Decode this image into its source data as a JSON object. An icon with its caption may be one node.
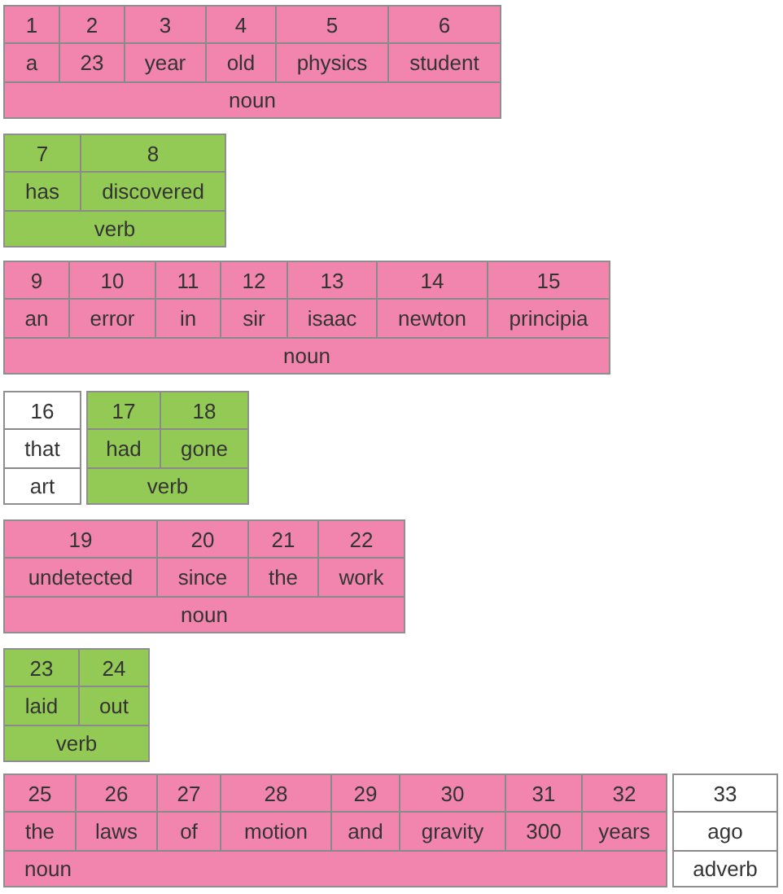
{
  "diagram": {
    "nodes": [
      {
        "text": [],
        "shape": "box"
      },
      {
        "text": [
          "1",
          "a"
        ],
        "in": 0
      },
      {
        "text": [
          "2",
          "23"
        ],
        "in": 0
      },
      {
        "text": [
          "3",
          "year"
        ],
        "in": 0
      },
      {
        "text": [
          "4",
          "old"
        ],
        "in": 0
      },
      {
        "text": [
          "5",
          "physics"
        ],
        "in": 0
      },
      {
        "text": [
          "6",
          "student"
        ],
        "in": 0
      },
      {
        "text": [
          "noun"
        ],
        "in": 0
      },
      {
        "text": [],
        "shape": "box"
      },
      {
        "text": [
          "7",
          "has"
        ],
        "in": 8
      },
      {
        "text": [
          "8",
          "discovered"
        ],
        "in": 8
      },
      {
        "text": [
          "verb"
        ],
        "in": 8
      },
      {
        "text": [],
        "shape": "box"
      },
      {
        "text": [
          "9",
          "an"
        ],
        "in": 12
      },
      {
        "text": [
          "10",
          "error"
        ],
        "in": 12
      },
      {
        "text": [
          "11",
          "in"
        ],
        "in": 12
      },
      {
        "text": [
          "12",
          "sir"
        ],
        "in": 12
      },
      {
        "text": [
          "13",
          "isaac"
        ],
        "in": 12
      },
      {
        "text": [
          "14",
          "newton"
        ],
        "in": 12
      },
      {
        "text": [
          "15",
          "principia"
        ],
        "in": 12
      },
      {
        "text": [
          "noun"
        ],
        "in": 12
      },
      {
        "text": [],
        "shape": "box"
      },
      {
        "text": [
          "16",
          "that"
        ],
        "in": 21
      },
      {
        "text": [
          "art"
        ],
        "in": 21
      },
      {
        "text": [],
        "shape": "box"
      },
      {
        "text": [
          "17",
          "had"
        ],
        "in": 24
      },
      {
        "text": [
          "18",
          "gone"
        ],
        "in": 24
      },
      {
        "text": [
          "verb"
        ],
        "in": 24
      },
      {
        "text": [],
        "shape": "box"
      },
      {
        "text": [
          "19",
          "undetected"
        ],
        "in": 28
      },
      {
        "text": [
          "20",
          "since"
        ],
        "in": 28
      },
      {
        "text": [
          "21",
          "the"
        ],
        "in": 28
      },
      {
        "text": [
          "22",
          "work"
        ],
        "in": 28
      },
      {
        "text": [
          "noun"
        ],
        "in": 28
      },
      {
        "text": [],
        "shape": "box"
      },
      {
        "text": [
          "23",
          "laid"
        ],
        "in": 34
      },
      {
        "text": [
          "24",
          "out"
        ],
        "in": 34
      },
      {
        "text": [
          "verb"
        ],
        "in": 34
      },
      {
        "text": [],
        "shape": "box"
      },
      {
        "text": [
          "25",
          "the"
        ],
        "in": 38
      },
      {
        "text": [
          "26",
          "laws"
        ],
        "in": 38
      },
      {
        "text": [
          "27",
          "of"
        ],
        "in": 38
      },
      {
        "text": [
          "28",
          "motion"
        ],
        "in": 38
      },
      {
        "text": [
          "29",
          "and"
        ],
        "in": 38
      },
      {
        "text": [
          "30",
          "gravity"
        ],
        "in": 38
      },
      {
        "text": [
          "31",
          "300"
        ],
        "in": 38
      },
      {
        "text": [
          "32",
          "years"
        ],
        "in": 38
      },
      {
        "text": [
          "noun"
        ],
        "in": 38
      },
      {
        "text": [],
        "shape": "box"
      },
      {
        "text": [
          "33",
          "ago"
        ],
        "in": 48
      },
      {
        "text": [
          "adverb"
        ],
        "in": 48
      }
    ]
  }
}
